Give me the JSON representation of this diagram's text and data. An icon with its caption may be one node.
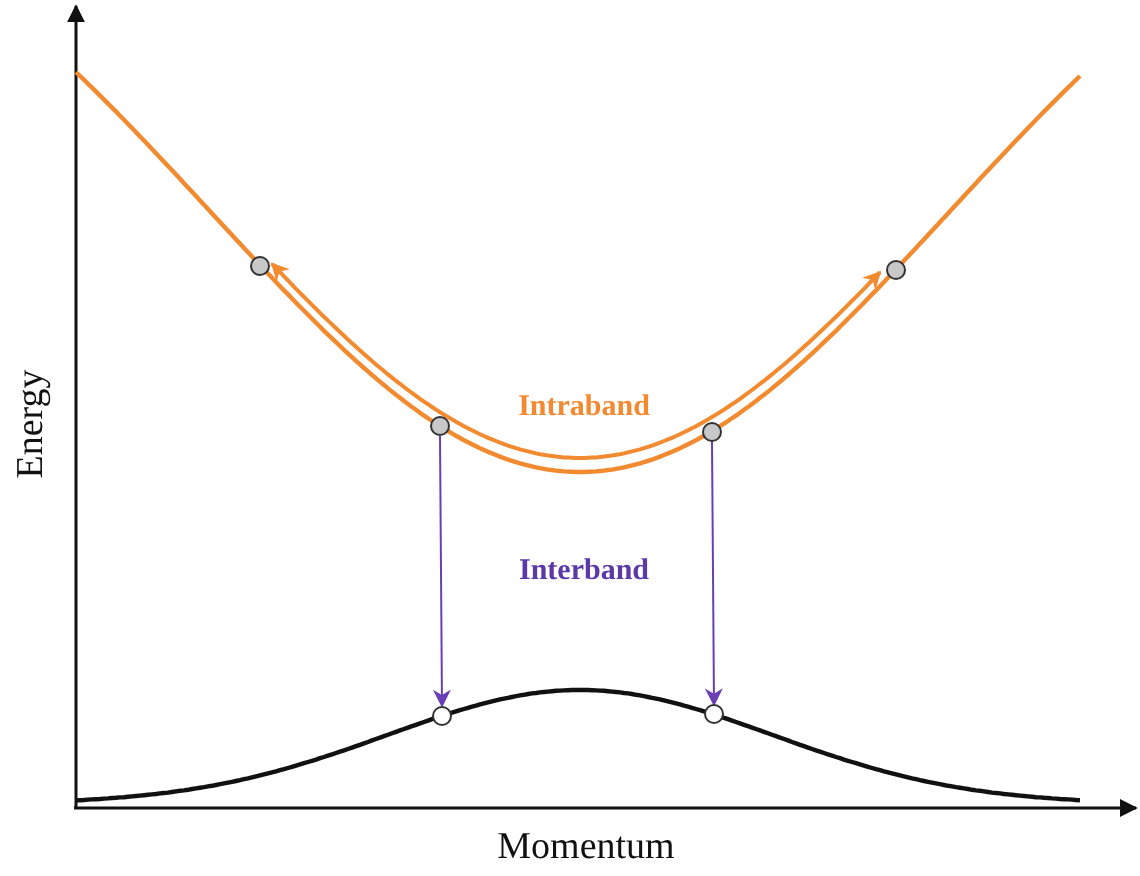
{
  "diagram": {
    "nodes": [
      {
        "text": [],
        "shape": "circle"
      },
      {
        "text": [],
        "shape": "circle"
      },
      {
        "text": [],
        "shape": "circle"
      },
      {
        "text": [],
        "shape": "circle"
      },
      {
        "text": [],
        "shape": "circle"
      },
      {
        "text": [],
        "shape": "circle"
      }
    ],
    "edges": [
      {
        "from": 0,
        "to": 1,
        "arrow": "both",
        "color": "#f28a30"
      },
      {
        "from": 2,
        "to": 4,
        "arrow": "to"
      },
      {
        "from": 3,
        "to": 5,
        "arrow": "to"
      }
    ],
    "labels": [
      "Energy",
      "Intraband",
      "Interband",
      "Momentum"
    ]
  }
}
